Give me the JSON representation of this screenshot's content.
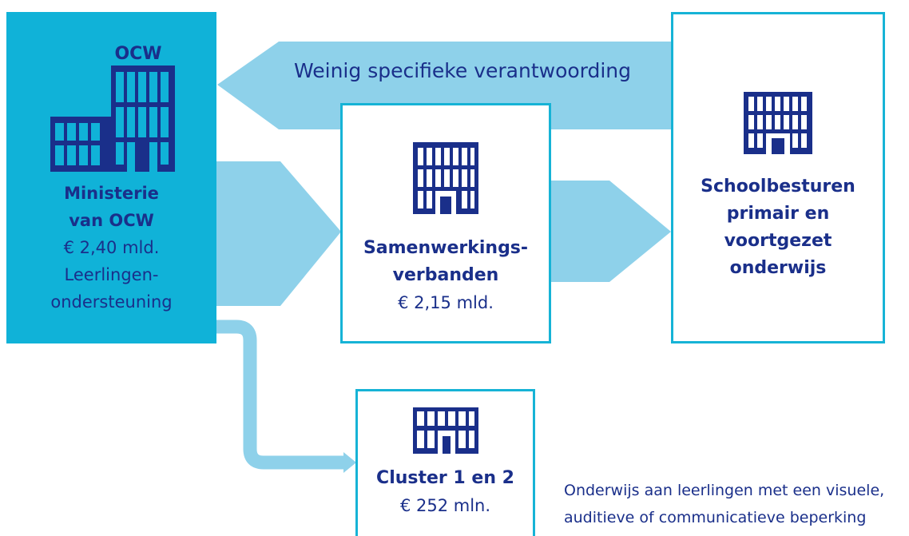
{
  "colors": {
    "navy": "#1a2f8a",
    "cyan": "#10b2d8",
    "light_blue": "#8ed1ea",
    "border": "#16b3d6"
  },
  "flow_label": "Weinig specifieke verantwoording",
  "ministry": {
    "logo_text": "OCW",
    "name_line1": "Ministerie",
    "name_line2": "van OCW",
    "amount": "€ 2,40 mld.",
    "desc_line1": "Leerlingen-",
    "desc_line2": "ondersteuning",
    "icon": "government-building-icon"
  },
  "samenwerkingsverbanden": {
    "name_line1": "Samenwerkings-",
    "name_line2": "verbanden",
    "amount": "€ 2,15 mld.",
    "icon": "building-icon"
  },
  "schoolbesturen": {
    "line1": "Schoolbesturen",
    "line2": "primair en",
    "line3": "voortgezet",
    "line4": "onderwijs",
    "icon": "building-icon"
  },
  "cluster": {
    "name": "Cluster 1 en 2",
    "amount": "€ 252 mln.",
    "icon": "building-icon"
  },
  "cluster_note": {
    "line1": "Onderwijs aan leerlingen met een visuele,",
    "line2": "auditieve of communicatieve beperking"
  }
}
